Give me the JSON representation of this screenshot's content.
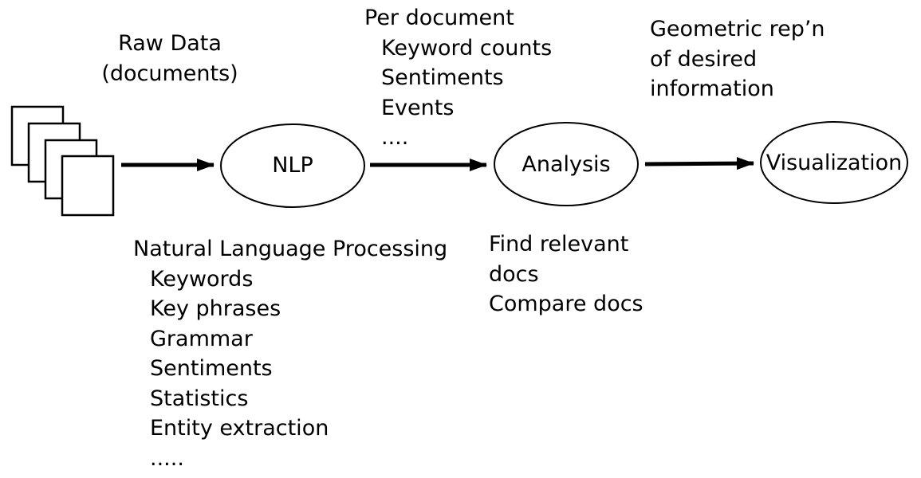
{
  "diagram": {
    "nodes": {
      "nlp": "NLP",
      "analysis": "Analysis",
      "visualization": "Visualization"
    },
    "annotations": {
      "raw_data": {
        "lines": [
          "Raw Data",
          "(documents)"
        ]
      },
      "per_document": {
        "heading": "Per document",
        "items": [
          "Keyword counts",
          "Sentiments",
          "Events",
          "...."
        ]
      },
      "geometric_rep": {
        "lines": [
          "Geometric rep’n",
          "of desired",
          "information"
        ]
      },
      "nlp_detail": {
        "heading": "Natural Language Processing",
        "items": [
          "Keywords",
          "Key phrases",
          "Grammar",
          "Sentiments",
          "Statistics",
          "Entity extraction",
          "....."
        ]
      },
      "analysis_detail": {
        "lines": [
          "Find relevant",
          "docs",
          "Compare docs"
        ]
      }
    },
    "colors": {
      "stroke": "#000000",
      "fill": "#ffffff",
      "text": "#000000"
    }
  }
}
